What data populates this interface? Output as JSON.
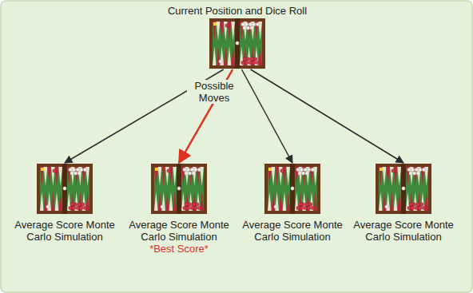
{
  "diagram": {
    "nodes": [
      {
        "text": [
          "Current Position and Dice Roll"
        ]
      },
      {
        "text": [
          "Average Score Monte Carlo Simulation"
        ]
      },
      {
        "text": [
          "Average Score Monte Carlo Simulation",
          "*Best Score*"
        ]
      },
      {
        "text": [
          "Average Score Monte Carlo Simulation"
        ]
      },
      {
        "text": [
          "Average Score Monte Carlo Simulation"
        ]
      }
    ],
    "edges": [
      {
        "from": 0,
        "to": 1,
        "arrow": "to"
      },
      {
        "from": 0,
        "to": 2,
        "arrow": "to"
      },
      {
        "from": 0,
        "to": 3,
        "arrow": "to"
      },
      {
        "from": 0,
        "to": 4,
        "arrow": "to"
      }
    ],
    "labels": [
      "Possible Moves"
    ]
  }
}
